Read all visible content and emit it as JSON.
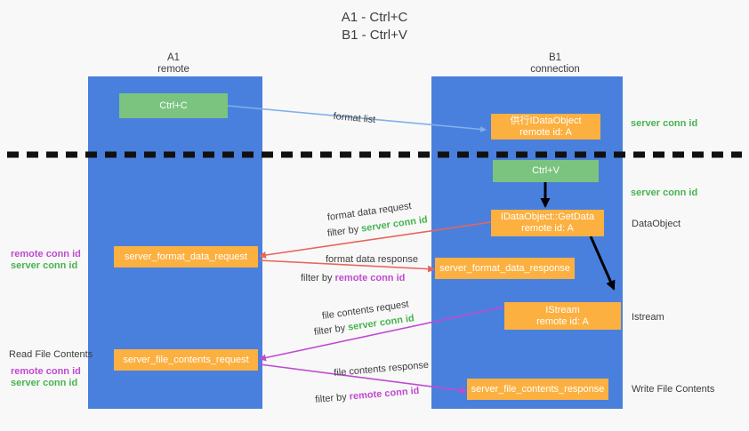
{
  "title": {
    "line1": "A1 - Ctrl+C",
    "line2": "B1 - Ctrl+V"
  },
  "lanes": [
    {
      "name": "A1",
      "sub": "remote"
    },
    {
      "name": "B1",
      "sub": "connection"
    }
  ],
  "boxes": {
    "ctrl_c": {
      "label": "Ctrl+C"
    },
    "ctrl_v": {
      "label": "Ctrl+V"
    },
    "idataobject": {
      "line1": "供行IDataObject",
      "line2": "remote id: A"
    },
    "getdata": {
      "line1": "IDataObject::GetData",
      "line2": "remote id: A"
    },
    "istream": {
      "line1": "IStream",
      "line2": "remote id: A"
    },
    "format_data_request": {
      "label": "server_format_data_request"
    },
    "format_data_response": {
      "label": "server_format_data_response"
    },
    "file_contents_request": {
      "label": "server_file_contents_request"
    },
    "file_contents_response": {
      "label": "server_file_contents_response"
    }
  },
  "flows": {
    "format_list": "format list",
    "format_data_request": "format data request",
    "format_data_request_filter_prefix": "filter by ",
    "format_data_request_filter_value": "server conn id",
    "format_data_response": "format data response",
    "format_data_response_filter_prefix": "filter by ",
    "format_data_response_filter_value": "remote conn id",
    "file_contents_request": "file contents request",
    "file_contents_request_filter_prefix": "filter by ",
    "file_contents_request_filter_value": "server conn id",
    "file_contents_response": "file contents response",
    "file_contents_response_filter_prefix": "filter by ",
    "file_contents_response_filter_value": "remote conn id"
  },
  "side_labels": {
    "right_server_conn_id_top": "server conn id",
    "right_server_conn_id_mid": "server conn id",
    "right_dataobject": "DataObject",
    "right_istream": "Istream",
    "right_write_file_contents": "Write File Contents",
    "left_remote_conn_id_1": "remote conn id",
    "left_server_conn_id_1": "server conn id",
    "left_read_file_contents": "Read File Contents",
    "left_remote_conn_id_2": "remote conn id",
    "left_server_conn_id_2": "server conn id"
  },
  "colors": {
    "lane_blue": "#4a80dd",
    "box_orange": "#fbb040",
    "box_green": "#7ac47f",
    "green_text": "#46b450",
    "purple_text": "#c04ad0",
    "arrow_lightblue": "#7fb0e8",
    "arrow_red": "#e8655a",
    "arrow_magenta": "#c04ad0",
    "arrow_black": "#000000",
    "background": "#f8f8f8"
  }
}
